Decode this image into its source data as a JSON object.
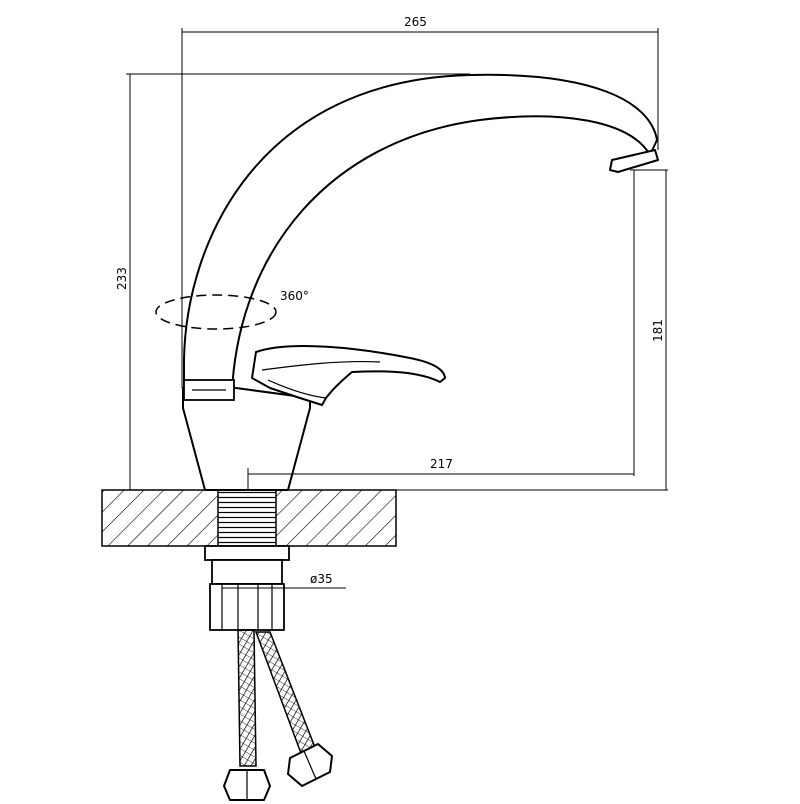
{
  "drawing": {
    "dimensions": {
      "overall_length": "265",
      "total_height": "233",
      "spout_height": "181",
      "spout_reach": "217",
      "mount_diameter": "ø35",
      "rotation": "360°"
    }
  }
}
